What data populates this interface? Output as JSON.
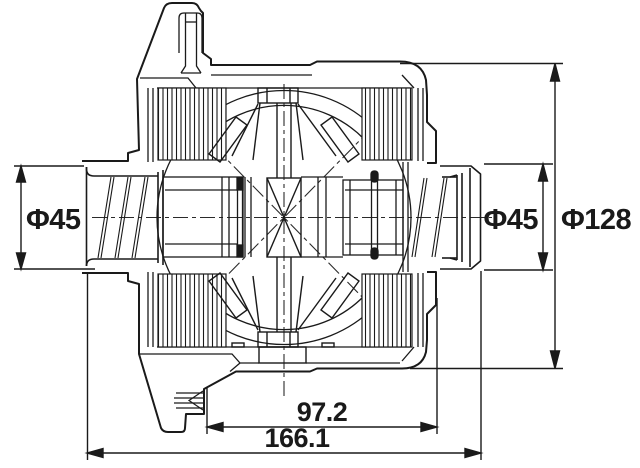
{
  "drawing": {
    "type": "technical-cross-section",
    "subject": "limited-slip-differential",
    "background_color": "#ffffff",
    "line_color": "#1a1a1a",
    "dimensions": {
      "left_shaft_diameter": "Φ45",
      "right_shaft_diameter": "Φ45",
      "case_outer_diameter": "Φ128",
      "flange_to_case_length": "97.2",
      "overall_length": "166.1"
    }
  }
}
